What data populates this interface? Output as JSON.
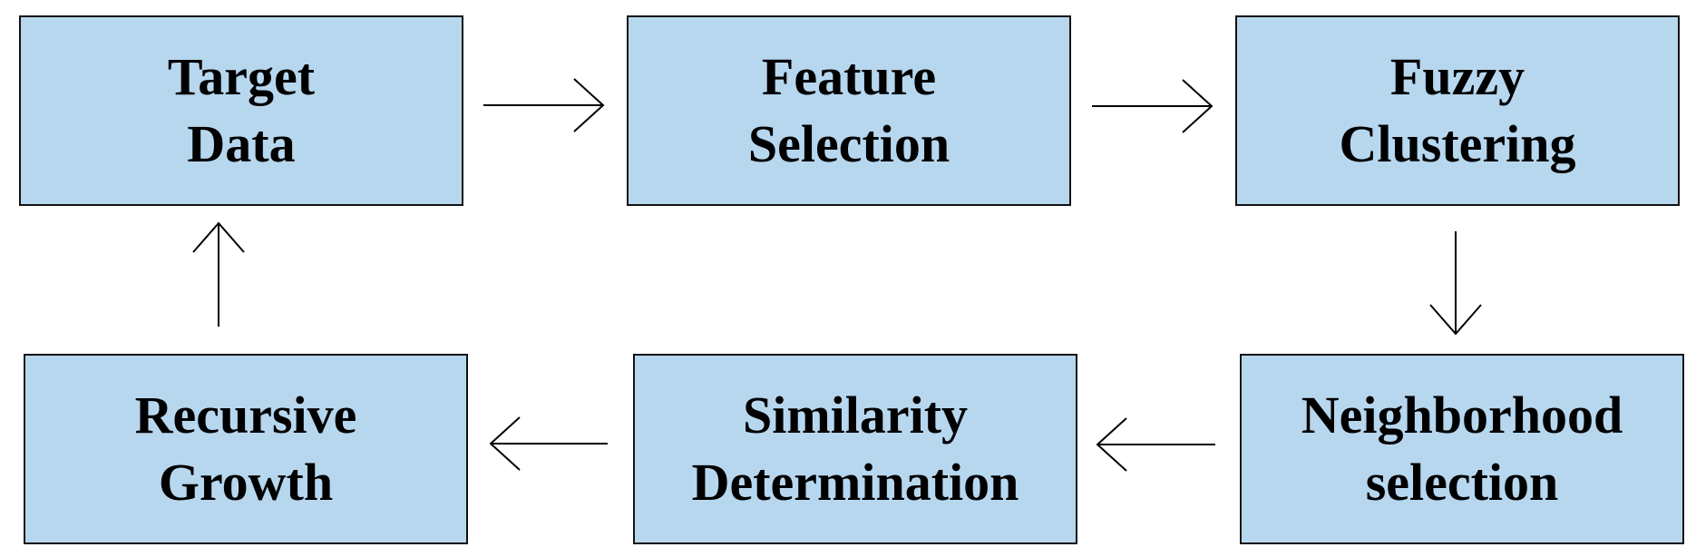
{
  "diagram": {
    "nodes": [
      {
        "id": "target_data",
        "label": "Target\nData"
      },
      {
        "id": "feature_selection",
        "label": "Feature\nSelection"
      },
      {
        "id": "fuzzy_clustering",
        "label": "Fuzzy\nClustering"
      },
      {
        "id": "neighborhood_selection",
        "label": "Neighborhood\nselection"
      },
      {
        "id": "similarity_determination",
        "label": "Similarity\nDetermination"
      },
      {
        "id": "recursive_growth",
        "label": "Recursive\nGrowth"
      }
    ],
    "edges": [
      {
        "from": "target_data",
        "to": "feature_selection"
      },
      {
        "from": "feature_selection",
        "to": "fuzzy_clustering"
      },
      {
        "from": "fuzzy_clustering",
        "to": "neighborhood_selection"
      },
      {
        "from": "neighborhood_selection",
        "to": "similarity_determination"
      },
      {
        "from": "similarity_determination",
        "to": "recursive_growth"
      },
      {
        "from": "recursive_growth",
        "to": "target_data"
      }
    ],
    "colors": {
      "box_fill": "#b7d7ef",
      "box_border": "#111111",
      "arrow": "#000000"
    }
  }
}
